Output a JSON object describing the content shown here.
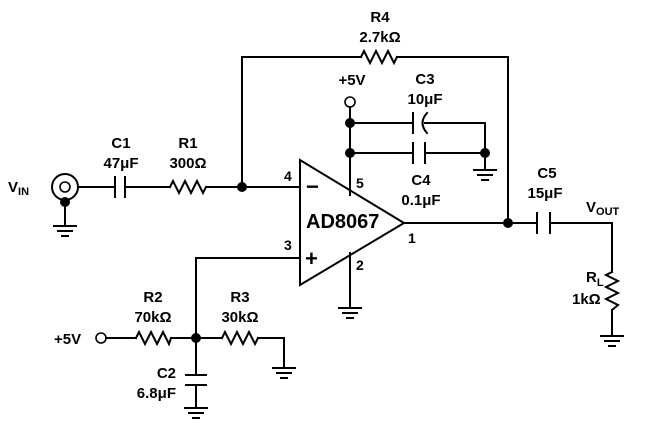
{
  "components": {
    "r4": {
      "name": "R4",
      "value": "2.7kΩ"
    },
    "c3": {
      "name": "C3",
      "value": "10μF"
    },
    "c4": {
      "name": "C4",
      "value": "0.1μF"
    },
    "c1": {
      "name": "C1",
      "value": "47μF"
    },
    "r1": {
      "name": "R1",
      "value": "300Ω"
    },
    "c5": {
      "name": "C5",
      "value": "15μF"
    },
    "r2": {
      "name": "R2",
      "value": "70kΩ"
    },
    "r3": {
      "name": "R3",
      "value": "30kΩ"
    },
    "c2": {
      "name": "C2",
      "value": "6.8μF"
    },
    "rl": {
      "name": "R",
      "name_sub": "L",
      "value": "1kΩ"
    }
  },
  "opamp": {
    "name": "AD8067",
    "minus_sign": "−",
    "plus_sign": "+"
  },
  "pins": {
    "p1": "1",
    "p2": "2",
    "p3": "3",
    "p4": "4",
    "p5": "5"
  },
  "supplies": {
    "top": "+5V",
    "bias": "+5V"
  },
  "ports": {
    "vin": {
      "main": "V",
      "sub": "IN"
    },
    "vout": {
      "main": "V",
      "sub": "OUT"
    }
  }
}
